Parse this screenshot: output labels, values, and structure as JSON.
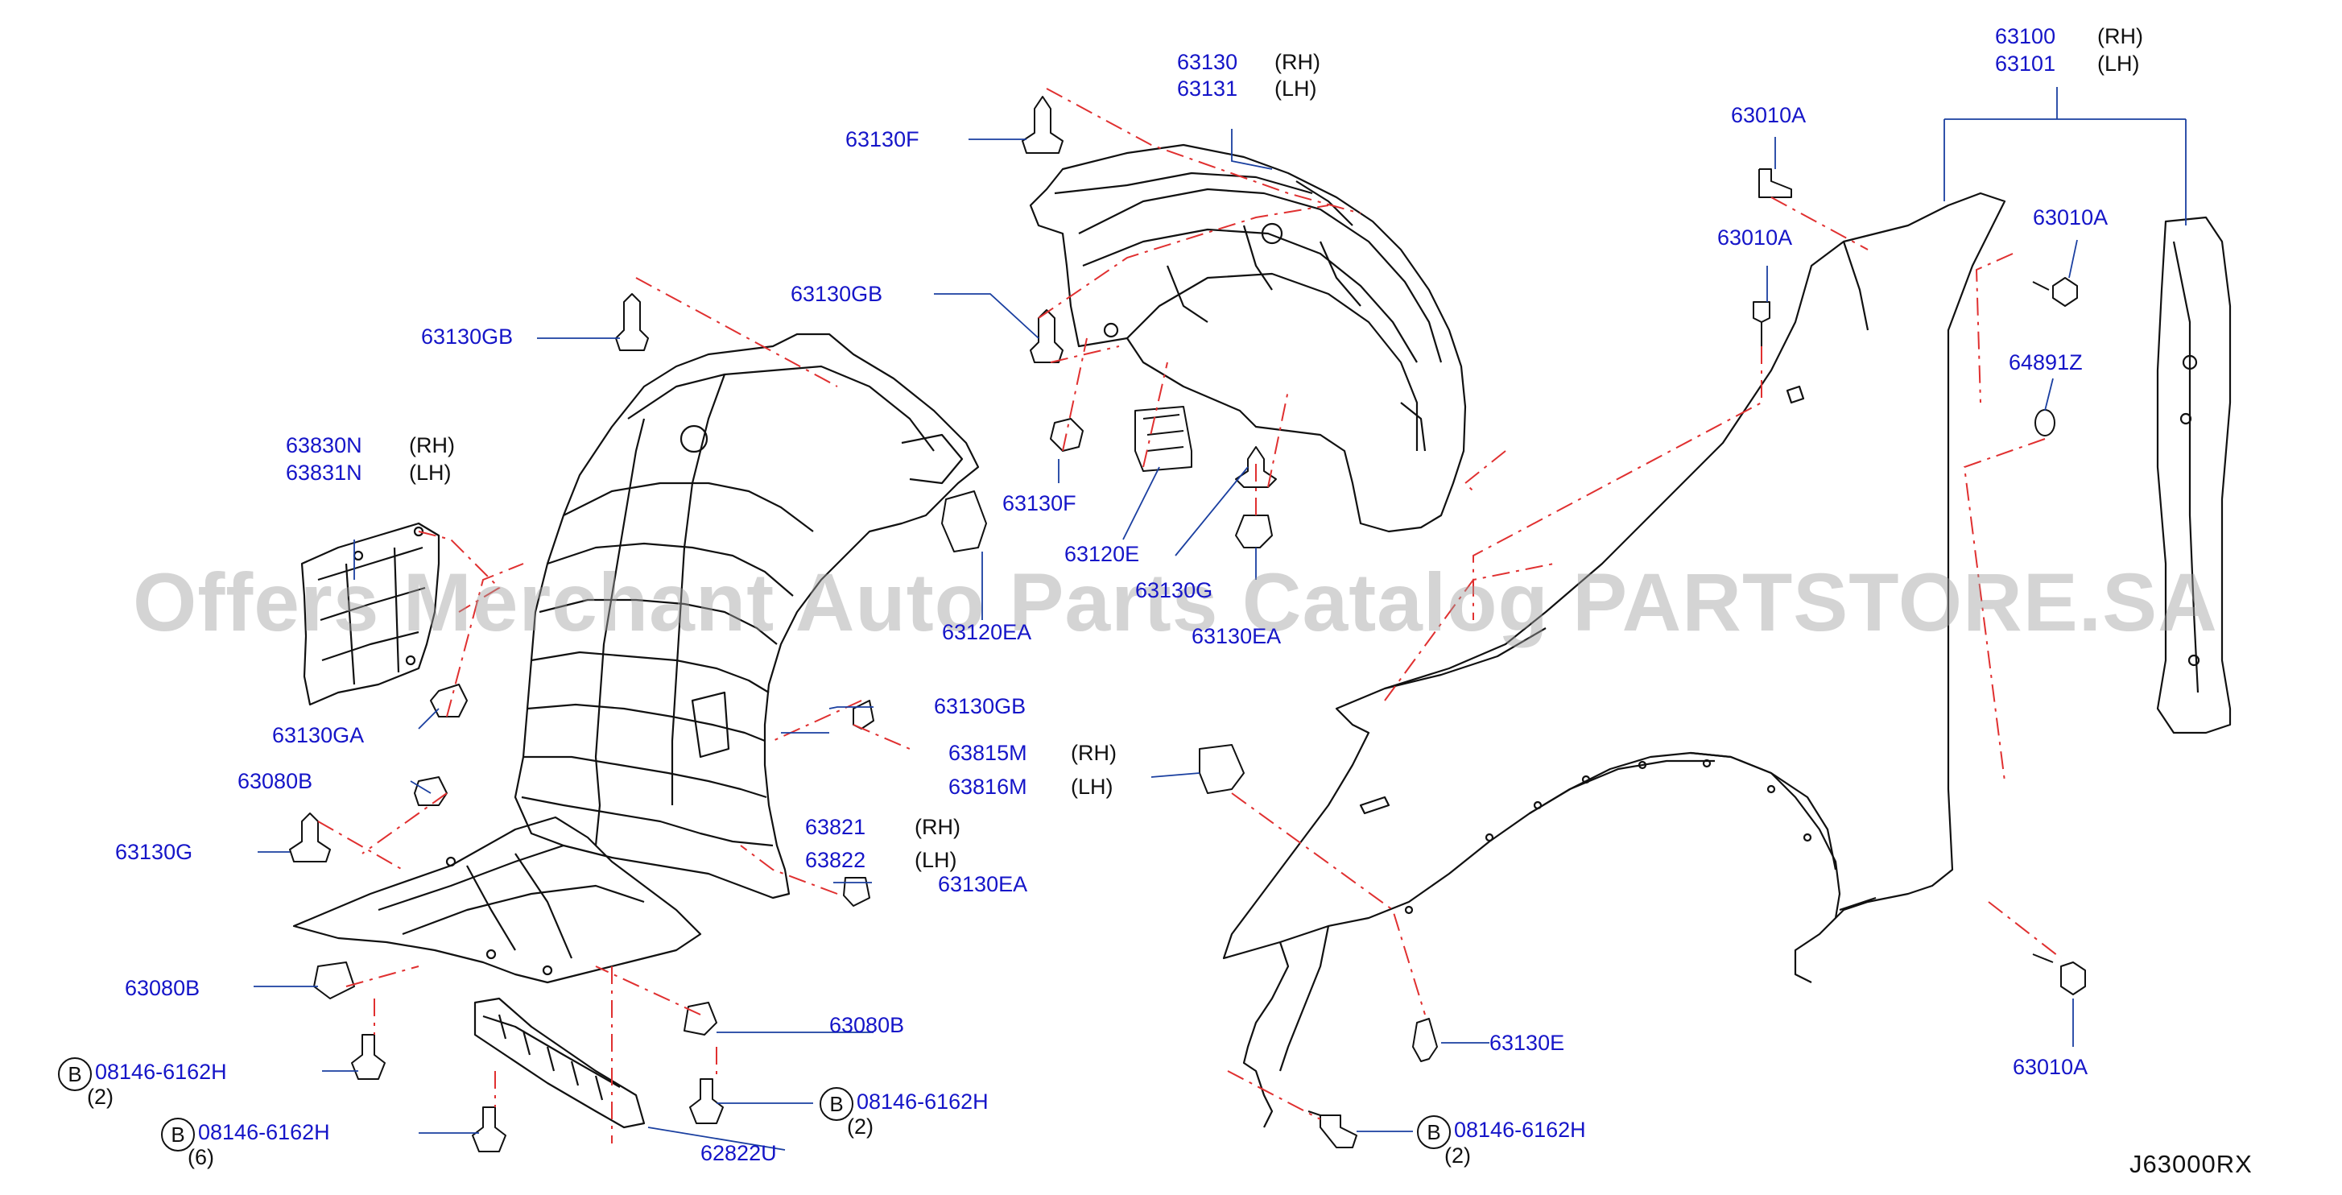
{
  "watermark": "Offers Merchant Auto Parts Catalog PARTSTORE.SA",
  "diagram_code": "J63000RX",
  "side_labels": {
    "rh": "(RH)",
    "lh": "(LH)"
  },
  "bolt_ref": {
    "badge": "B",
    "part_no": "08146-6162H"
  },
  "labels": {
    "p63130": "63130",
    "p63131": "63131",
    "p63100": "63100",
    "p63101": "63101",
    "p63130F_top": "63130F",
    "p63010A_a": "63010A",
    "p63010A_b": "63010A",
    "p63010A_c": "63010A",
    "p63010A_d": "63010A",
    "p63130GB_a": "63130GB",
    "p63130GB_b": "63130GB",
    "p63130GB_c": "63130GB",
    "p64891Z": "64891Z",
    "p63830N": "63830N",
    "p63831N": "63831N",
    "p63130F_mid": "63130F",
    "p63120E": "63120E",
    "p63130G_mid": "63130G",
    "p63130EA_a": "63120EA",
    "p63130EA_b": "63130EA",
    "p63130EA_c": "63130EA",
    "p63130GA": "63130GA",
    "p63815M": "63815M",
    "p63816M": "63816M",
    "p63080B_a": "63080B",
    "p63080B_b": "63080B",
    "p63080B_c": "63080B",
    "p63821": "63821",
    "p63822": "63822",
    "p63130G_left": "63130G",
    "p63130E": "63130E",
    "p62822U": "62822U"
  },
  "quantities": {
    "q1": "(2)",
    "q2": "(6)",
    "q3": "(2)",
    "q4": "(2)"
  },
  "colors": {
    "part_number": "#1515c8",
    "text": "#111111",
    "leader": "#1a3fa0",
    "dash": "#e03030"
  }
}
